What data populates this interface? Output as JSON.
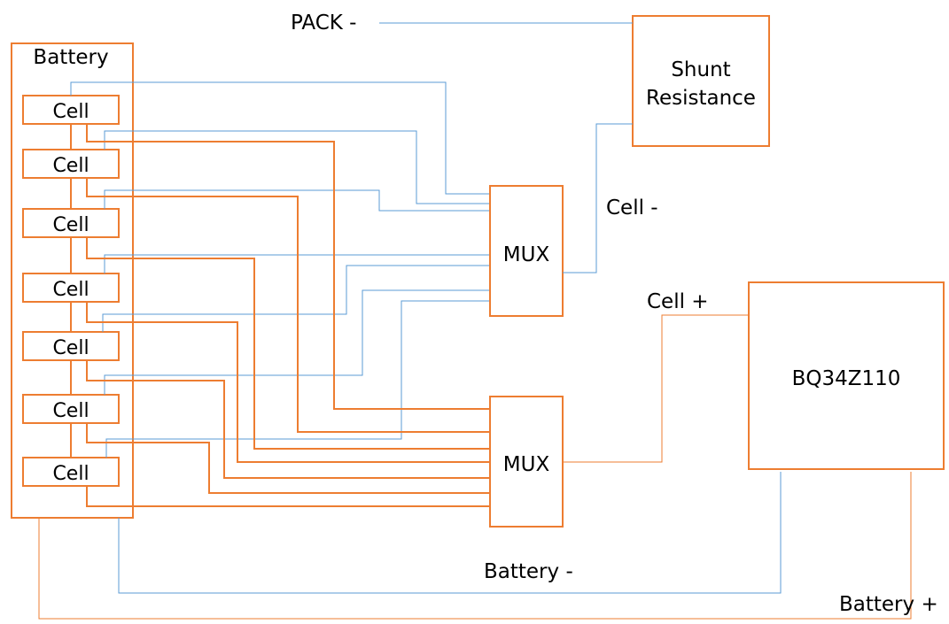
{
  "labels": {
    "battery": "Battery",
    "cell": "Cell",
    "mux_top": "MUX",
    "mux_bottom": "MUX",
    "shunt_line1": "Shunt",
    "shunt_line2": "Resistance",
    "bq": "BQ34Z110",
    "pack_minus": "PACK -",
    "cell_minus": "Cell -",
    "cell_plus": "Cell +",
    "battery_minus": "Battery -",
    "battery_plus": "Battery +"
  },
  "colors": {
    "positive_wire": "#ed7d31",
    "negative_wire": "#5b9bd5"
  }
}
